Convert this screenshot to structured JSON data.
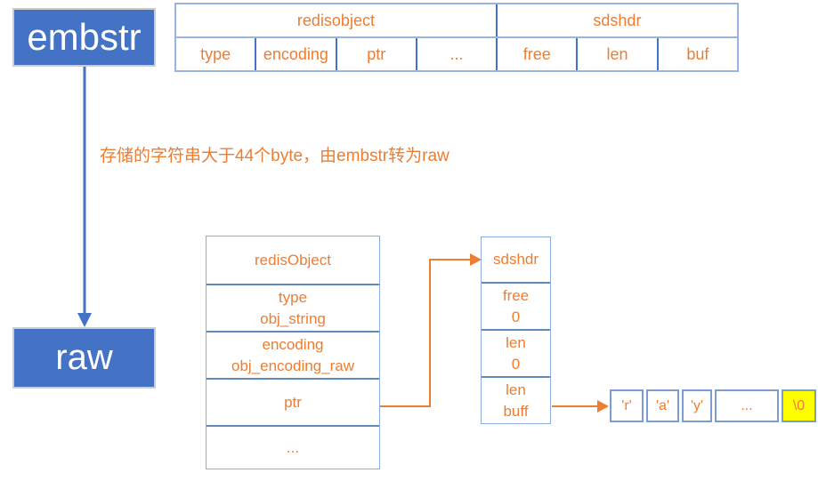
{
  "colors": {
    "node_blue": "#4472C4",
    "text_orange": "#ED7D31",
    "highlight_yellow": "#FFFF00",
    "border_light_blue": "#8FAADC"
  },
  "nodes": {
    "embstr": "embstr",
    "raw": "raw"
  },
  "annotation": "存储的字符串大于44个byte，由embstr转为raw",
  "top_table": {
    "groups": [
      {
        "label": "redisobject",
        "span": 4
      },
      {
        "label": "sdshdr",
        "span": 3
      }
    ],
    "cells": [
      "type",
      "encoding",
      "ptr",
      "...",
      "free",
      "len",
      "buf"
    ]
  },
  "redis_object_table": {
    "rows": [
      [
        "redisObject"
      ],
      [
        "type",
        "obj_string"
      ],
      [
        "encoding",
        "obj_encoding_raw"
      ],
      [
        "ptr"
      ],
      [
        "..."
      ]
    ]
  },
  "sdshdr_table": {
    "rows": [
      [
        "sdshdr"
      ],
      [
        "free",
        "0"
      ],
      [
        "len",
        "0"
      ],
      [
        "len",
        "buff"
      ]
    ]
  },
  "char_array": {
    "cells": [
      "'r'",
      "'a'",
      "'y'",
      "...",
      "\\0"
    ],
    "highlight_index": 4
  }
}
